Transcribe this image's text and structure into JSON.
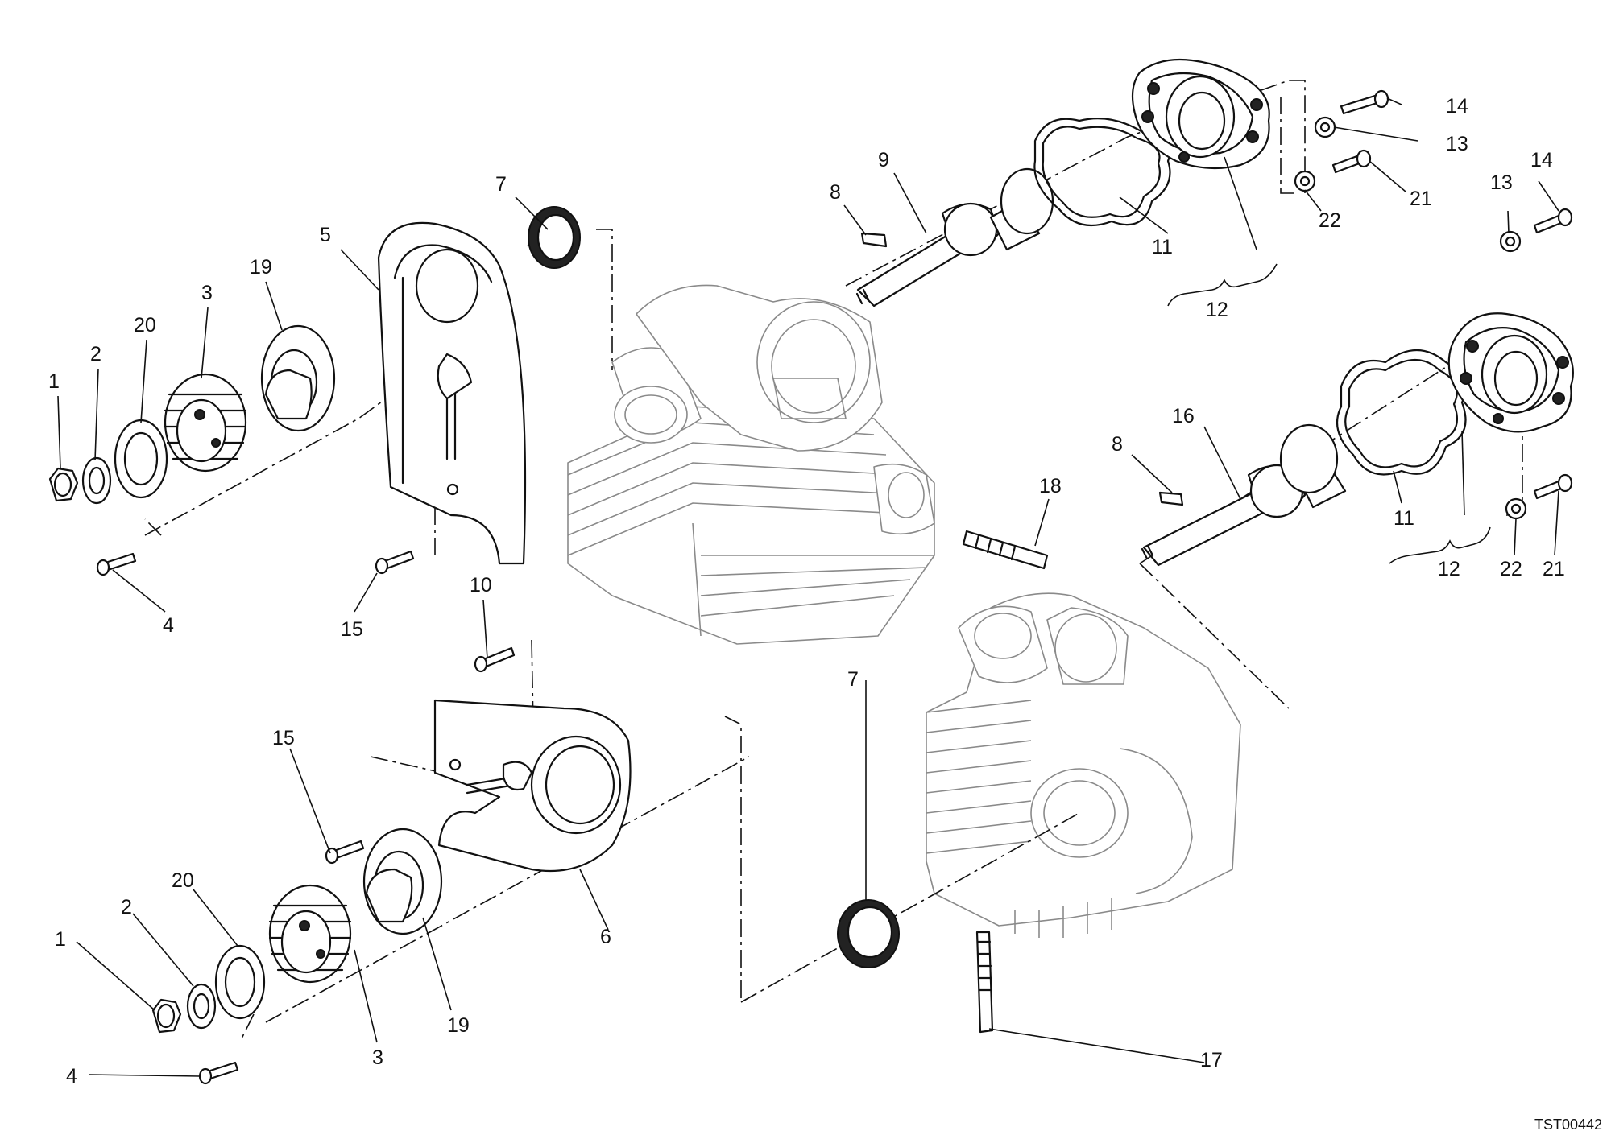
{
  "diagram_code": "TST00442",
  "callouts": {
    "c1a": "1",
    "c2a": "2",
    "c20a": "20",
    "c3a": "3",
    "c19a": "19",
    "c5": "5",
    "c7a": "7",
    "c4a": "4",
    "c15a": "15",
    "c8a": "8",
    "c9": "9",
    "c11a": "11",
    "c12a": "12",
    "c14a": "14",
    "c13a": "13",
    "c21a": "21",
    "c22a": "22",
    "c13b": "13",
    "c14b": "14",
    "c8b": "8",
    "c16": "16",
    "c18": "18",
    "c11b": "11",
    "c12b": "12",
    "c22b": "22",
    "c21b": "21",
    "c10": "10",
    "c15b": "15",
    "c6": "6",
    "c7b": "7",
    "c1b": "1",
    "c2b": "2",
    "c20b": "20",
    "c3b": "3",
    "c19b": "19",
    "c4b": "4",
    "c17": "17"
  }
}
